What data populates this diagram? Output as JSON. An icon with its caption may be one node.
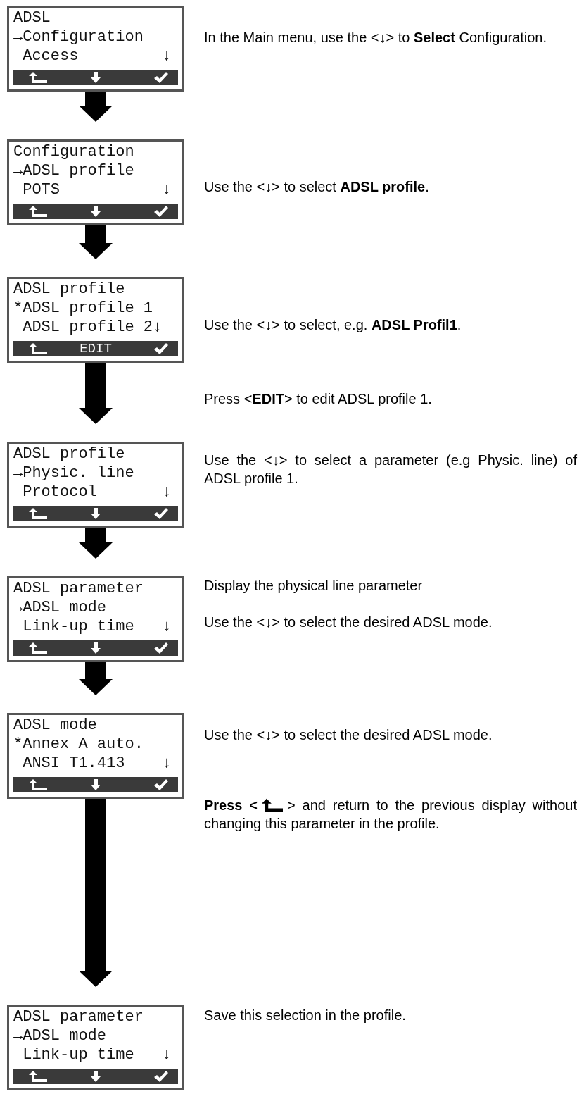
{
  "diagram": {
    "nodes": [
      {
        "text": [
          "ADSL",
          "→Configuration",
          " Access         ↓"
        ]
      },
      {
        "text": [
          "Configuration",
          "→ADSL profile",
          " POTS           ↓"
        ]
      },
      {
        "text": [
          "ADSL profile",
          "*ADSL profile 1",
          " ADSL profile 2↓",
          "EDIT"
        ]
      },
      {
        "text": [
          "ADSL profile",
          "→Physic. line",
          " Protocol       ↓"
        ]
      },
      {
        "text": [
          "ADSL parameter",
          "→ADSL mode",
          " Link-up time   ↓"
        ]
      },
      {
        "text": [
          "ADSL mode",
          "*Annex A auto.",
          " ANSI T1.413    ↓"
        ]
      },
      {
        "text": [
          "ADSL parameter",
          "→ADSL mode",
          " Link-up time   ↓"
        ]
      }
    ],
    "edges": [
      {
        "from": 0,
        "to": 1,
        "arrow": "to"
      },
      {
        "from": 1,
        "to": 2,
        "arrow": "to"
      },
      {
        "from": 2,
        "to": 3,
        "arrow": "to"
      },
      {
        "from": 3,
        "to": 4,
        "arrow": "to"
      },
      {
        "from": 4,
        "to": 5,
        "arrow": "to"
      },
      {
        "from": 5,
        "to": 6,
        "arrow": "to"
      }
    ],
    "labels": [
      "In the Main menu, use the <↓> to **Select** Configuration.",
      "Use the <↓> to select **ADSL profile**.",
      "Use the <↓> to select, e.g. **ADSL Profil1**.",
      "Press <**EDIT**> to edit ADSL profile 1.",
      "Use the <↓> to select a parameter (e.g Physic. line) of ADSL profile 1.",
      "Display the physical line parameter",
      "Use the <↓> to select the desired ADSL mode.",
      "Use the <↓> to select the desired ADSL mode.",
      "Press <",
      "> and return to the previous display without changing this parameter in the profile.",
      "Save this selection in the profile."
    ]
  }
}
